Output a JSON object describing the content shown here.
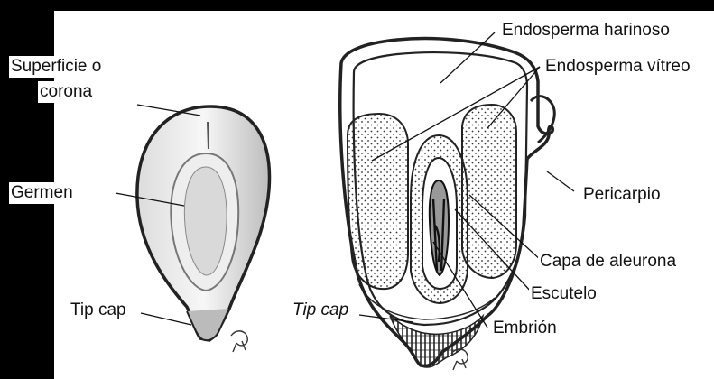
{
  "labels": {
    "surface": "Superficie o",
    "surface_2": "corona",
    "germ": "Germen",
    "tip_cap_left": "Tip cap",
    "tip_cap_right": "Tip cap",
    "floury_endosperm": "Endosperma harinoso",
    "vitreous_endosperm": "Endosperma vítreo",
    "pericarp": "Pericarpio",
    "aleurone": "Capa de aleurona",
    "scutellum": "Escutelo",
    "embryo": "Embrión"
  },
  "colors": {
    "background": "#000000",
    "panel": "#ffffff",
    "ink": "#111111"
  }
}
